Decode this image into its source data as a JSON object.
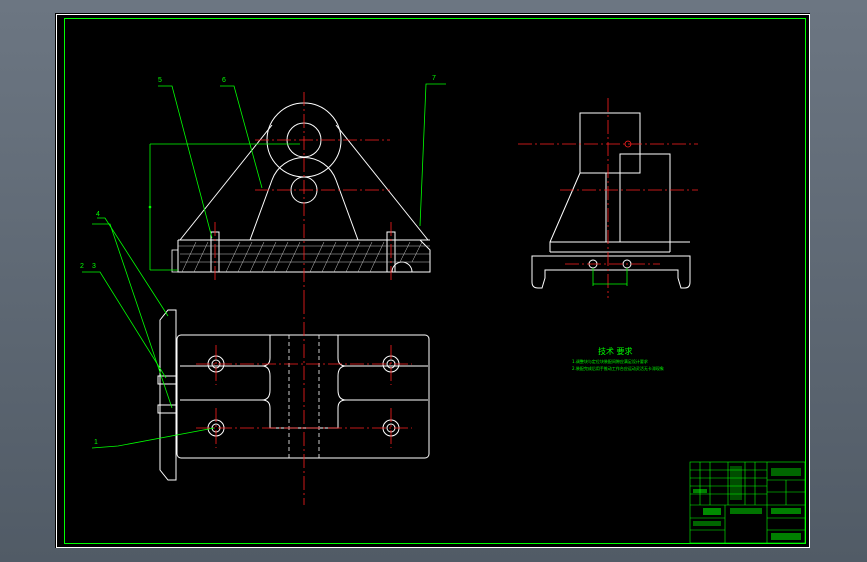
{
  "colors": {
    "line_white": "#ffffff",
    "line_green": "#00ff00",
    "center_red": "#ff2020",
    "hatch": "#c8c8c8"
  },
  "callouts": [
    "1",
    "2",
    "3",
    "4",
    "5",
    "6",
    "7"
  ],
  "notes": {
    "title": "技术 要求",
    "lines": [
      "1.调整块与定位块装配间隙应满足设计要求",
      "2.装配完成后用手推动工作台应运动灵活无卡滞现象"
    ]
  }
}
